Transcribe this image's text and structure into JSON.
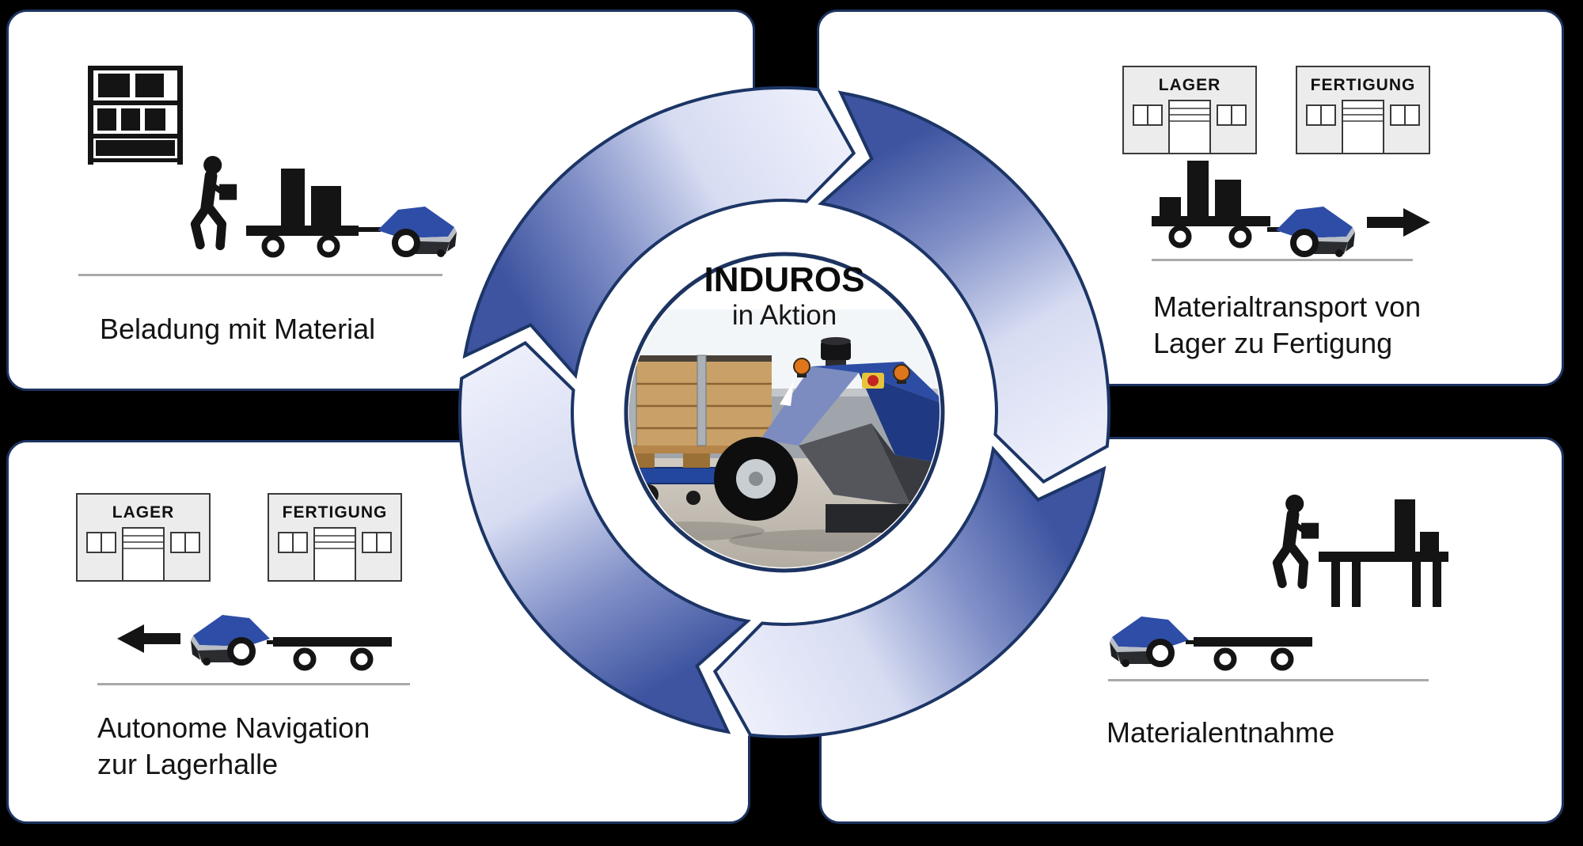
{
  "center": {
    "title": "INDUROS",
    "subtitle": "in Aktion"
  },
  "quadrants": {
    "top_left": {
      "caption_lines": [
        "Beladung mit Material"
      ],
      "icons": [
        "storage-rack-icon",
        "worker-carrying-box-icon",
        "loaded-trailer-icon",
        "induros-robot-icon"
      ]
    },
    "top_right": {
      "caption_lines": [
        "Materialtransport von",
        "Lager zu Fertigung"
      ],
      "buildings": [
        "LAGER",
        "FERTIGUNG"
      ],
      "icons": [
        "warehouse-building-icon",
        "factory-building-icon",
        "loaded-trailer-icon",
        "induros-robot-icon",
        "arrow-right-icon"
      ]
    },
    "bottom_left": {
      "caption_lines": [
        "Autonome Navigation",
        "zur Lagerhalle"
      ],
      "buildings": [
        "LAGER",
        "FERTIGUNG"
      ],
      "icons": [
        "warehouse-building-icon",
        "factory-building-icon",
        "arrow-left-icon",
        "induros-robot-icon",
        "empty-trailer-icon"
      ]
    },
    "bottom_right": {
      "caption_lines": [
        "Materialentnahme"
      ],
      "icons": [
        "worker-carrying-box-icon",
        "workbench-icon",
        "induros-robot-icon",
        "empty-trailer-icon"
      ]
    }
  },
  "cycle": {
    "direction": "clockwise",
    "arrow_count": 4
  },
  "colors": {
    "background": "#000000",
    "card_background": "#ffffff",
    "card_border": "#1d3360",
    "arrow_gradient_dark": "#3e54a0",
    "arrow_gradient_light": "#eef0fb",
    "arrow_outline": "#1c3566",
    "divider": "#a9a9a9",
    "icon_black": "#141414",
    "robot_blue": "#2e4da6",
    "building_fill": "#ececec",
    "text": "#141414"
  }
}
